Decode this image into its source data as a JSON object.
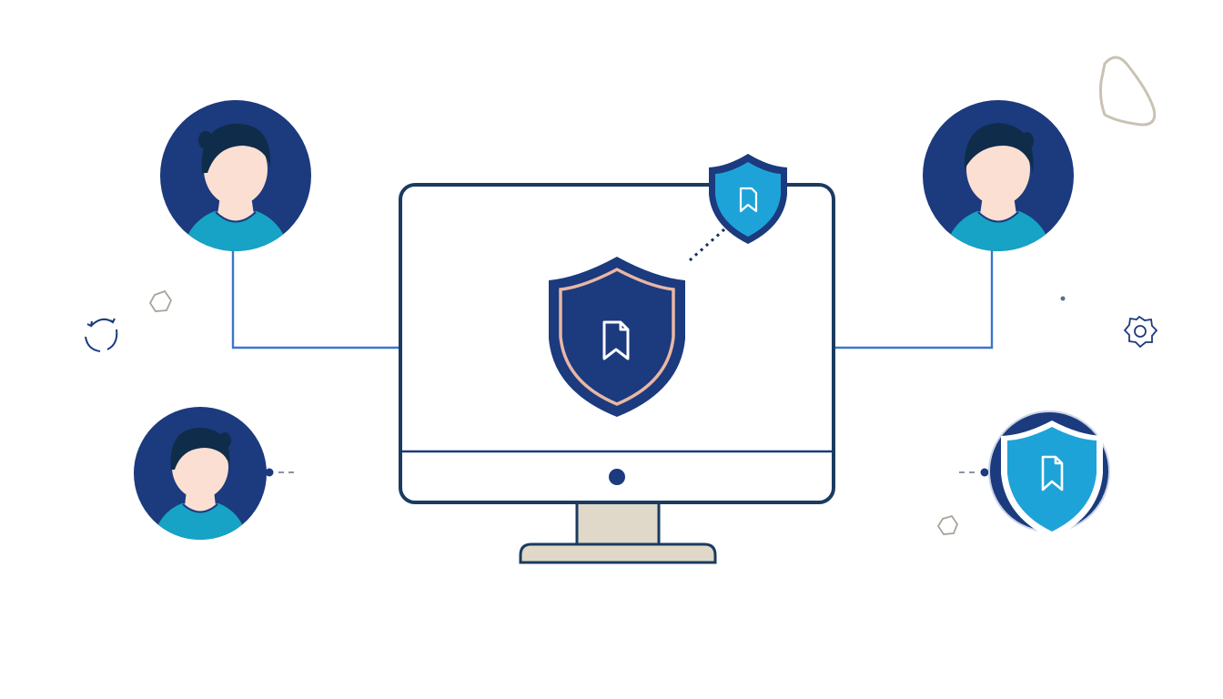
{
  "diagram": {
    "kind": "security-network-illustration",
    "colors": {
      "navy": "#1c3a7e",
      "navy_dark": "#16305f",
      "cyan": "#1ea3d9",
      "teal": "#16a3c5",
      "connector_blue": "#3a76cf",
      "skin": "#fbdfd2",
      "hair": "#0f2d4a",
      "shield_outline_peach": "#e9b7a4",
      "monitor_stand": "#e0d8c8",
      "monitor_outline": "#1b3b60",
      "decor_gray": "#c9c2b4"
    },
    "monitor": {
      "icon": "computer-monitor-icon",
      "center_icon": "shield-document-icon",
      "badge_icon": "shield-document-icon"
    },
    "users": [
      {
        "id": "user-top-left",
        "icon": "user-avatar-icon"
      },
      {
        "id": "user-top-right",
        "icon": "user-avatar-icon"
      },
      {
        "id": "user-bottom-left",
        "icon": "user-avatar-icon"
      }
    ],
    "standalone_shield": {
      "icon": "shield-document-icon"
    },
    "decorations": [
      "hexagon-icon",
      "refresh-circle-icon",
      "gear-icon",
      "pebble-shape"
    ]
  }
}
